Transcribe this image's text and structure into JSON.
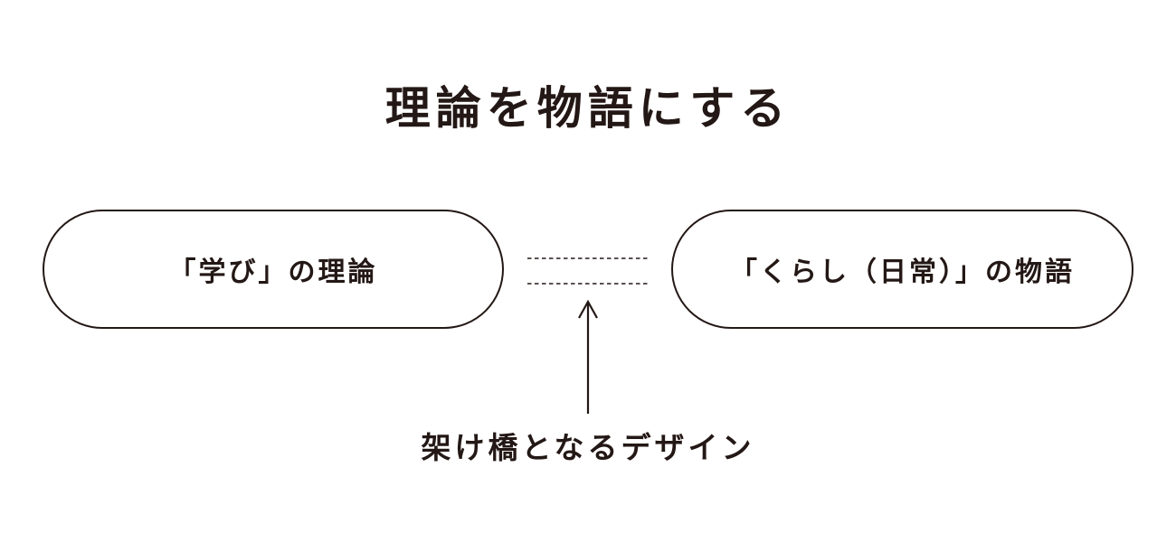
{
  "title": "理論を物語にする",
  "left_pill": {
    "label": "「学び」の理論"
  },
  "right_pill": {
    "label": "「くらし（日常）」の物語"
  },
  "bridge": {
    "caption": "架け橋となるデザイン"
  },
  "colors": {
    "ink": "#231815",
    "background": "#ffffff"
  }
}
